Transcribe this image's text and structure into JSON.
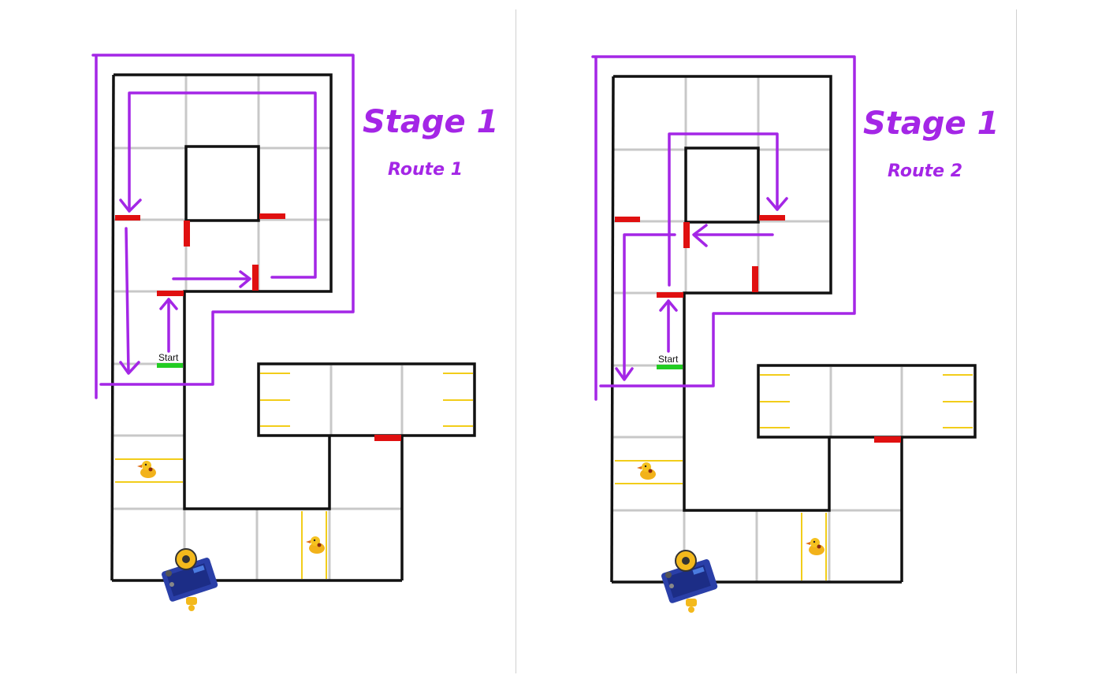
{
  "panels": [
    {
      "stage_label": "Stage 1",
      "route_label": "Route 1",
      "start_label": "Start"
    },
    {
      "stage_label": "Stage 1",
      "route_label": "Route 2",
      "start_label": "Start"
    }
  ],
  "colors": {
    "wall": "#111111",
    "grid": "#c8c8c8",
    "route": "#a426e6",
    "blocker": "#e01010",
    "start": "#22cc22",
    "goal_stripe": "#f2cd1a",
    "divider": "#d0d0d0"
  },
  "icons": [
    "duck-icon",
    "robot-car-icon"
  ]
}
